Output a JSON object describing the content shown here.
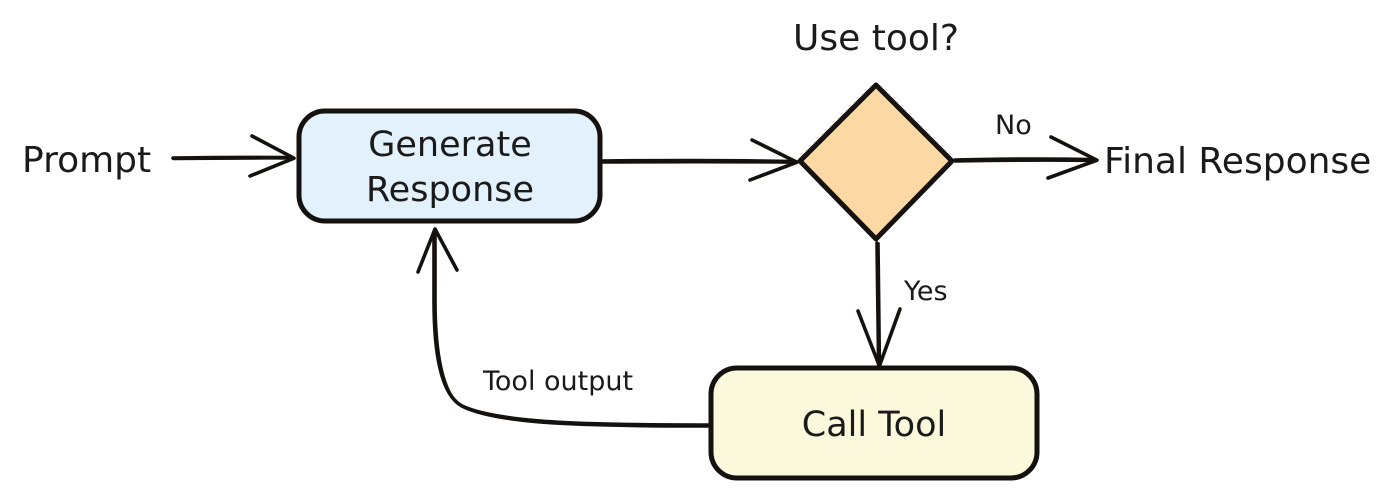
{
  "diagram": {
    "title": "Agent loop flowchart",
    "background_color": "#ffffff",
    "stroke_color": "#15110f",
    "text_color": "#1a1a1a",
    "nodes": [
      {
        "id": "prompt",
        "label": "Prompt",
        "shape": "text",
        "fill": "none"
      },
      {
        "id": "generate_response",
        "label_line1": "Generate",
        "label_line2": "Response",
        "shape": "rounded-rect",
        "fill": "#e2f1fb"
      },
      {
        "id": "use_tool",
        "label": "Use tool?",
        "shape": "diamond",
        "fill": "#fcd9a4"
      },
      {
        "id": "call_tool",
        "label": "Call Tool",
        "shape": "rounded-rect",
        "fill": "#fcf8dc"
      },
      {
        "id": "final_response",
        "label": "Final Response",
        "shape": "text",
        "fill": "none"
      }
    ],
    "edges": [
      {
        "id": "prompt-to-generate",
        "label": "",
        "from": "prompt",
        "to": "generate_response"
      },
      {
        "id": "generate-to-decision",
        "label": "",
        "from": "generate_response",
        "to": "use_tool"
      },
      {
        "id": "decision-to-final",
        "label": "No",
        "from": "use_tool",
        "to": "final_response"
      },
      {
        "id": "decision-to-calltool",
        "label": "Yes",
        "from": "use_tool",
        "to": "call_tool"
      },
      {
        "id": "calltool-to-generate",
        "label": "Tool output",
        "from": "call_tool",
        "to": "generate_response"
      }
    ]
  }
}
